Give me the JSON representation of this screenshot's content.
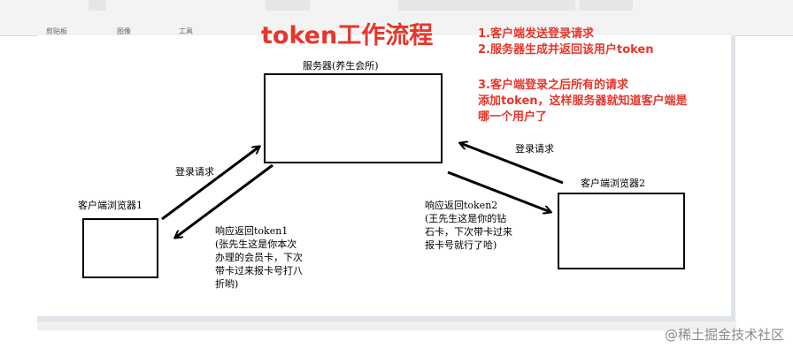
{
  "toolbar": {
    "labels": [
      "剪贴板",
      "图像",
      "工具"
    ]
  },
  "diagram": {
    "title": "token工作流程",
    "notes": {
      "line1": "1.客户端发送登录请求",
      "line2": "2.服务器生成并返回该用户token",
      "line3": "3.客户端登录之后所有的请求",
      "line4": "添加token，这样服务器就知道客户端是",
      "line5": "哪一个用户了"
    },
    "server_label": "服务器(养生会所)",
    "client1_label": "客户端浏览器1",
    "client2_label": "客户端浏览器2",
    "login_request_1": "登录请求",
    "login_request_2": "登录请求",
    "response1": {
      "line1": "响应返回token1",
      "line2": "(张先生这是你本次",
      "line3": "办理的会员卡，下次",
      "line4": "带卡过来报卡号打八",
      "line5": "折哟)"
    },
    "response2": {
      "line1": "响应返回token2",
      "line2": "(王先生这是你的钻",
      "line3": "石卡，下次带卡过来",
      "line4": "报卡号就行了哈)"
    },
    "colors": {
      "accent": "#e8352b",
      "line": "#000000"
    }
  },
  "watermark": "@稀土掘金技术社区"
}
